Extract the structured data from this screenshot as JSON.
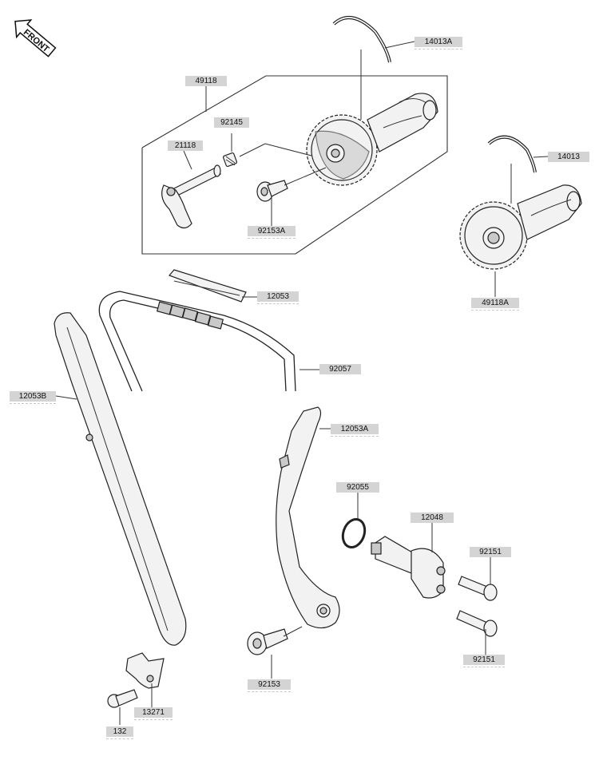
{
  "orientation": {
    "front_label": "FRONT",
    "icon": "front-arrow-icon"
  },
  "parts": [
    {
      "id": "14013A"
    },
    {
      "id": "49118"
    },
    {
      "id": "92145"
    },
    {
      "id": "21118"
    },
    {
      "id": "92153A"
    },
    {
      "id": "14013"
    },
    {
      "id": "49118A"
    },
    {
      "id": "12053"
    },
    {
      "id": "92057"
    },
    {
      "id": "12053B"
    },
    {
      "id": "12053A"
    },
    {
      "id": "92055"
    },
    {
      "id": "12048"
    },
    {
      "id": "92151"
    },
    {
      "id": "92151"
    },
    {
      "id": "92153"
    },
    {
      "id": "13271"
    },
    {
      "id": "132"
    }
  ],
  "colors": {
    "label_bg": "#d4d4d4",
    "line": "#222222"
  }
}
